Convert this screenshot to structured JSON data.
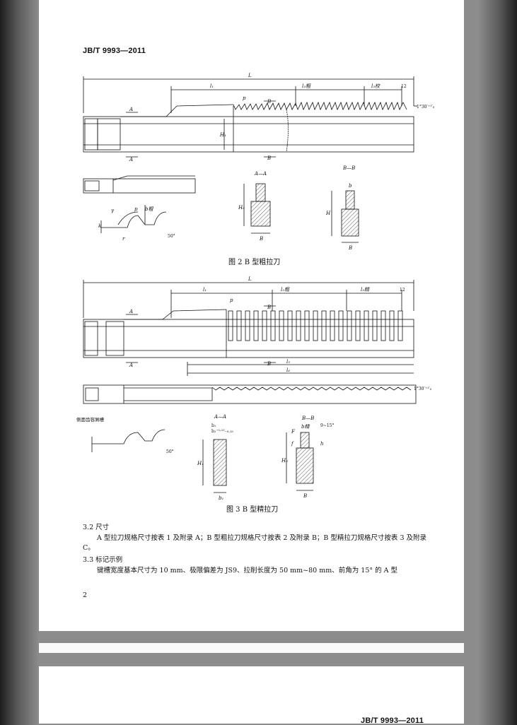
{
  "header": {
    "code": "JB/T 9993—2011"
  },
  "figure2": {
    "caption": "图 2  B 型粗拉刀",
    "labels": {
      "L": "L",
      "l1": "l₁",
      "l3": "l₃粗",
      "l4": "l₃校",
      "n12": "12",
      "p": "p",
      "A": "A",
      "B": "B",
      "H1": "H₁",
      "angle": "1°30′⁺¹′₀",
      "AA": "A—A",
      "BB": "B—B",
      "H0": "H₀",
      "H": "H",
      "b": "b",
      "bo": "b",
      "gamma": "γ",
      "a": "α",
      "k": "k",
      "r": "r",
      "deg50": "50°",
      "bpx": "b粗"
    }
  },
  "figure3": {
    "caption": "图 3  B 型精拉刀",
    "labels": {
      "L": "L",
      "l1": "l₁",
      "l2": "l₂粗",
      "l3": "l₃精",
      "n12": "12",
      "p": "p",
      "A": "A",
      "B": "B",
      "l5": "l₅",
      "l6": "l₆",
      "angle": "1°30′⁺¹′₀",
      "side": "侧面齿容屑槽",
      "AA": "A—A",
      "BB": "B—B",
      "H1": "H₁",
      "H0": "H₀",
      "b1": "b₁",
      "b2": "b₂⁻⁰·¹⁰₋₀.₁₅",
      "bm": "b精",
      "deg": "9~15°",
      "F": "F",
      "f": "f",
      "h": "h",
      "deg50": "50°"
    }
  },
  "section": {
    "s32_title": "3.2   尺寸",
    "s32_body": "A 型拉刀规格尺寸按表 1 及附录 A；B 型粗拉刀规格尺寸按表 2 及附录 B；B 型精拉刀规格尺寸按表 3 及附录 C。",
    "s33_title": "3.3   标记示例",
    "s33_body": "键槽宽度基本尺寸为 10 mm、极限偏差为 JS9、拉削长度为 50 mm~80 mm、前角为 15° 的 A 型"
  },
  "footer": {
    "page_number": "2"
  },
  "page2_header": {
    "code": "JB/T 9993—2011"
  }
}
